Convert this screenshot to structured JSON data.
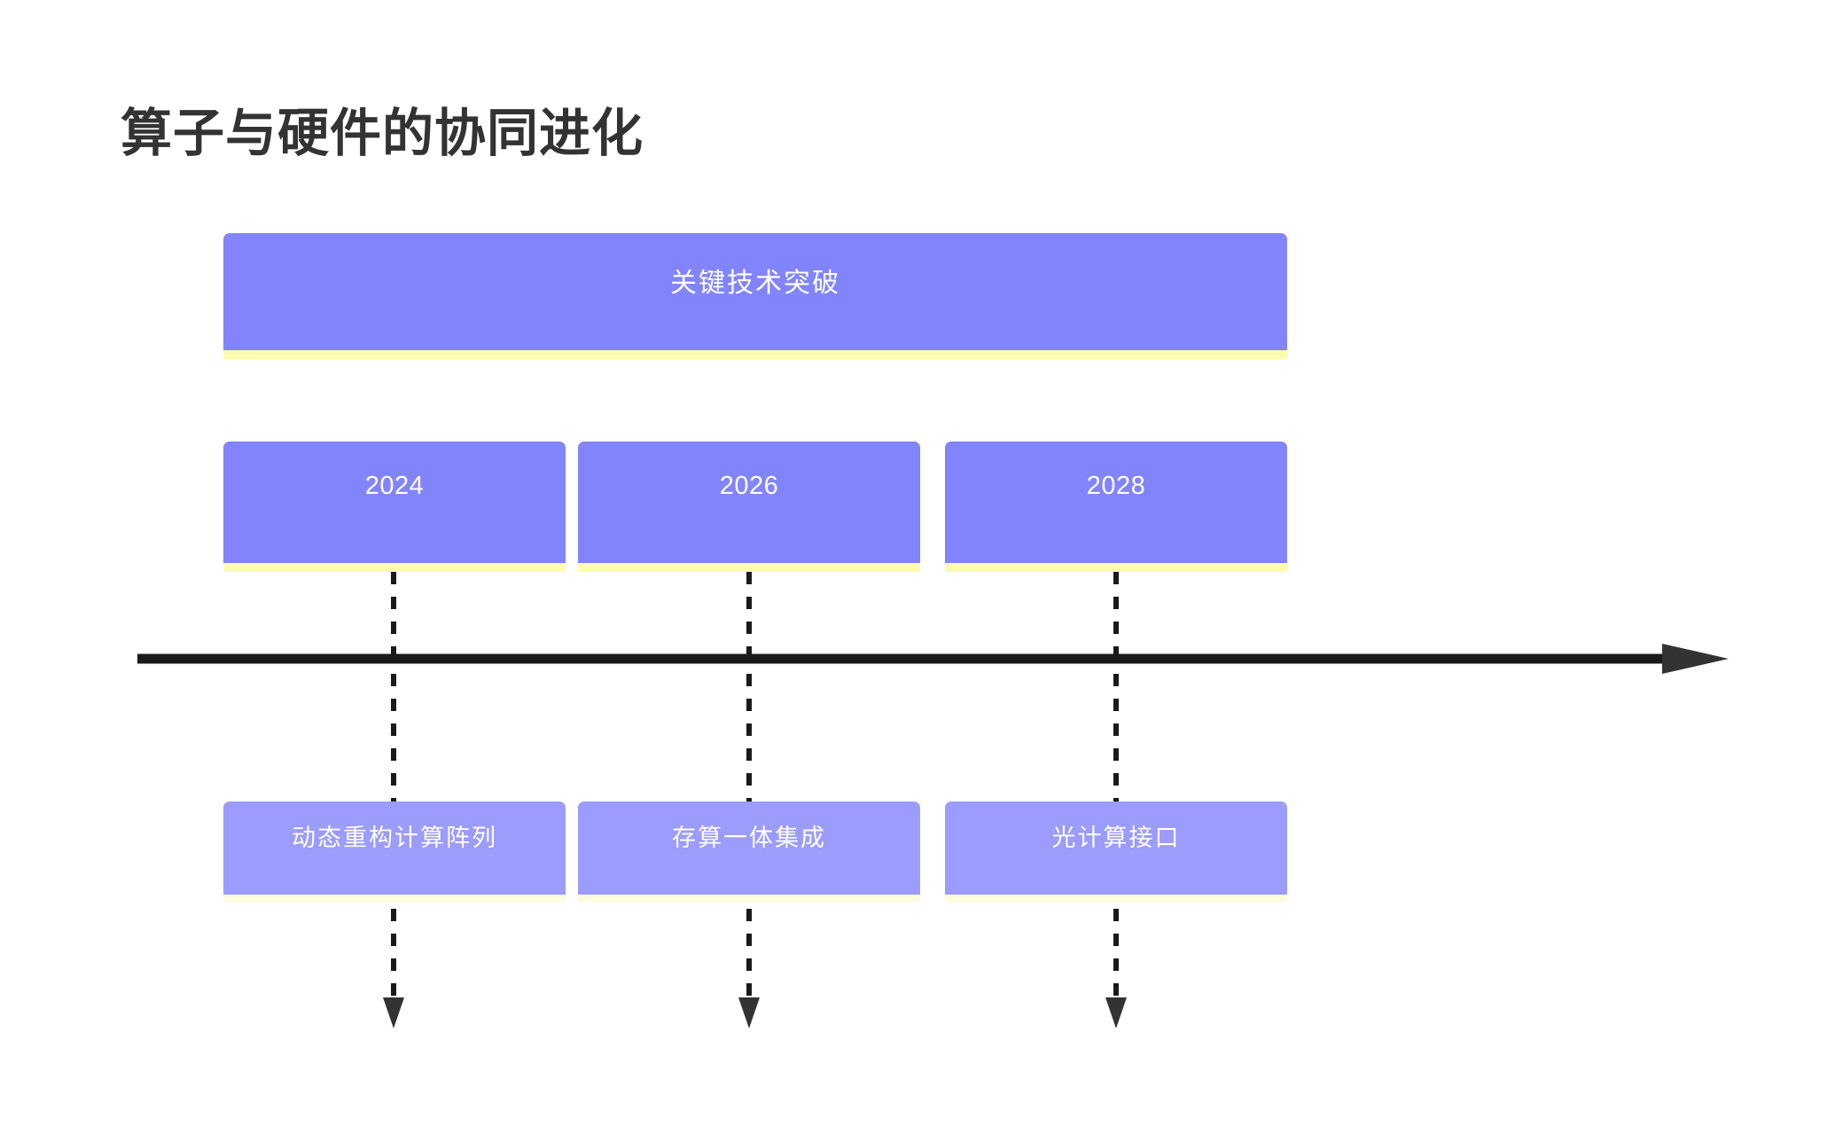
{
  "page": {
    "title": "算子与硬件的协同进化",
    "background_color": "#FFFFFF"
  },
  "theme": {
    "card_fill": "#8284FC",
    "card_fill_light": "#9B9CFC",
    "card_underline": "#FCFCB0",
    "card_underline_light": "#FCFCDC",
    "axis_color": "#1A1A1A",
    "title_color": "#333333",
    "card_text_color": "#FFFFFF"
  },
  "banner": {
    "label": "关键技术突破"
  },
  "timeline": {
    "axis_direction": "left-to-right",
    "arrow_head": "right",
    "years": [
      {
        "label": "2024"
      },
      {
        "label": "2026"
      },
      {
        "label": "2028"
      }
    ],
    "milestones": [
      {
        "label": "动态重构计算阵列"
      },
      {
        "label": "存算一体集成"
      },
      {
        "label": "光计算接口"
      }
    ]
  },
  "chart_data": {
    "type": "table",
    "title": "算子与硬件的协同进化",
    "subtitle": "关键技术突破",
    "categories": [
      "2024",
      "2026",
      "2028"
    ],
    "series": [
      {
        "name": "关键技术突破",
        "values": [
          "动态重构计算阵列",
          "存算一体集成",
          "光计算接口"
        ]
      }
    ],
    "xlabel": "",
    "ylabel": "",
    "legend": "none",
    "grid": false
  }
}
